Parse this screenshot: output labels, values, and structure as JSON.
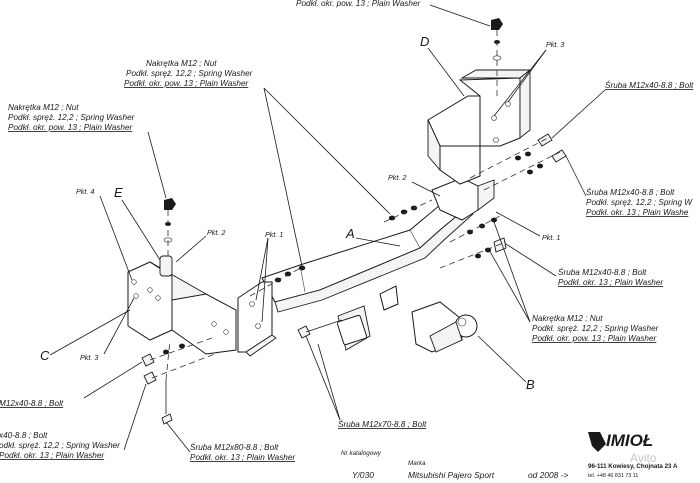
{
  "top_label": "Podkł. okr. pow. 13 ; Plain Washer",
  "callouts": {
    "nut_top": [
      "Nakrętka  M12 ; Nut",
      "Podkł. spręż. 12,2 ; Spring Washer",
      "Podkł. okr. pow. 13 ; Plain Washer"
    ],
    "nut_left": [
      "Nakrętka  M12 ; Nut",
      "Podkł. spręż. 12,2 ; Spring Washer",
      "Podkł. okr. pow. 13 ; Plain Washer"
    ],
    "nut_right": [
      "Nakrętka  M12 ; Nut",
      "Podkł. spręż. 12,2 ; Spring Washer",
      "Podkł. okr. pow. 13 ; Plain Washer"
    ],
    "bolt_right_top": [
      "Śruba M12x40-8.8 ; Bolt"
    ],
    "bolt_right_mid": [
      "Śruba M12x40-8.8 ; Bolt",
      "Podkł. spręż. 12,2 ; Spring W",
      "Podkł. okr. 13 ; Plain Washe"
    ],
    "bolt_right_low": [
      "Śruba M12x40-8.8 ; Bolt",
      "Podkł. okr. 13 ; Plain Washer"
    ],
    "bolt_left_a": [
      "M12x40-8.8 ; Bolt"
    ],
    "bolt_left_b": [
      "x40-8.8 ; Bolt",
      "odkł. spręż. 12,2 ; Spring Washer",
      "Podkł. okr. 13 ; Plain Washer"
    ],
    "bolt_80": [
      "Śruba M12x80-8.8 ; Bolt",
      "Podkł. okr. 13 ; Plain Washer"
    ],
    "bolt_70": [
      "Śruba M12x70-8.8 ; Bolt"
    ]
  },
  "parts": {
    "a": "A",
    "b": "B",
    "c": "C",
    "d": "D",
    "e": "E"
  },
  "pkt": {
    "pkt1_left": "Pkt. 1",
    "pkt1_right": "Pkt. 1",
    "pkt2_left": "Pkt. 2",
    "pkt2_mid": "Pkt. 2",
    "pkt3_left": "Pkt. 3",
    "pkt3_top": "Pkt. 3",
    "pkt4": "Pkt. 4"
  },
  "catalog": {
    "nr_label": "Nr katalogowy",
    "nr_value": "Y/030",
    "marka_label": "Marka",
    "marka_value": "Mitsubishi Pajero Sport",
    "date_value": "od 2008 ->"
  },
  "company": {
    "logo": "IMIOŁ",
    "address": "96-111 Kowiesy, Chojnata 23 A",
    "phone": "tel. +48 46 831 73 11"
  },
  "watermark": "Avito",
  "colors": {
    "ink": "#1a1a1a",
    "paper": "#ffffff"
  }
}
